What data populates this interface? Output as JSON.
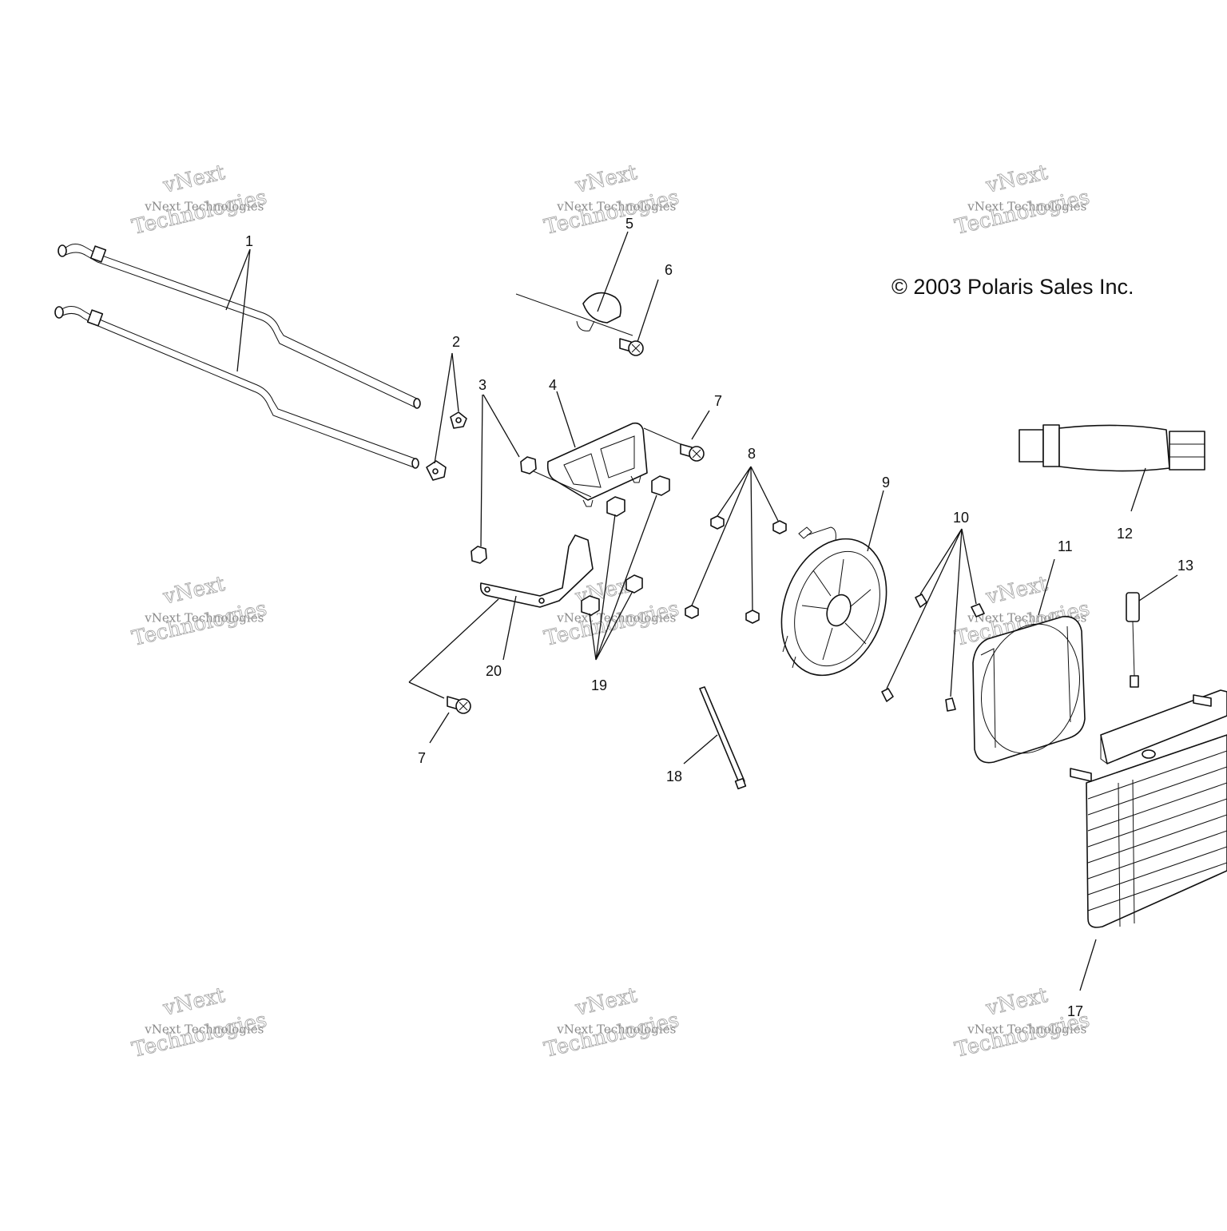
{
  "copyright": "© 2003 Polaris Sales Inc.",
  "watermark": {
    "line1": "vNext",
    "line2": "vNext Technologies",
    "line3": "Technologies"
  },
  "callouts": {
    "c1": "1",
    "c2": "2",
    "c3": "3",
    "c4": "4",
    "c5": "5",
    "c6": "6",
    "c7a": "7",
    "c7b": "7",
    "c8": "8",
    "c9": "9",
    "c10": "10",
    "c11": "11",
    "c12": "12",
    "c13": "13",
    "c17": "17",
    "c18": "18",
    "c19": "19",
    "c20": "20"
  }
}
